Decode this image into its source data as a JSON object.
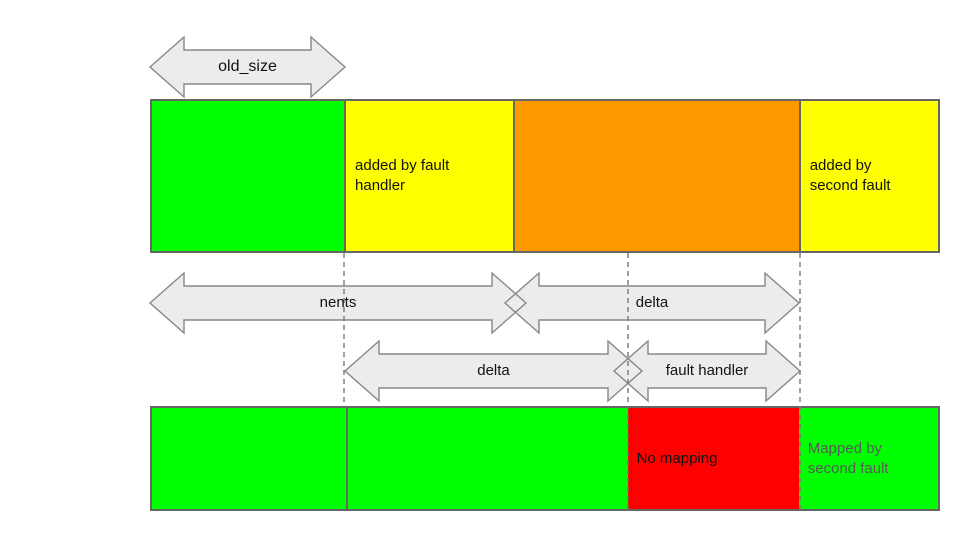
{
  "colors": {
    "green": "#00ff00",
    "yellow": "#ffff00",
    "orange": "#ff9900",
    "red": "#ff0000",
    "arrow_fill": "#ececec",
    "arrow_stroke": "#878787",
    "dashed_line": "#777777",
    "bar_border": "#666666",
    "gray_text": "#595959"
  },
  "top_arrow": {
    "label": "old_size"
  },
  "top_bar": {
    "segments": [
      {
        "name": "original-mapping",
        "color": "#00ff00",
        "label": ""
      },
      {
        "name": "added-by-fault-handler",
        "color": "#ffff00",
        "label": "added by fault handler"
      },
      {
        "name": "middle-region",
        "color": "#ff9900",
        "label": ""
      },
      {
        "name": "added-by-second-fault",
        "color": "#ffff00",
        "label": "added by second fault"
      }
    ]
  },
  "measure_arrows": {
    "nents": {
      "label": "nents"
    },
    "delta_upper": {
      "label": "delta"
    },
    "delta_lower": {
      "label": "delta"
    },
    "fault_handler": {
      "label": "fault handler"
    }
  },
  "bottom_bar": {
    "segments": [
      {
        "name": "mapped-left",
        "color": "#00ff00",
        "label": ""
      },
      {
        "name": "mapped-mid",
        "color": "#00ff00",
        "label": ""
      },
      {
        "name": "no-mapping",
        "color": "#ff0000",
        "label": "No mapping"
      },
      {
        "name": "mapped-by-second-fault",
        "color": "#00ff00",
        "label": "Mapped by second fault"
      }
    ]
  }
}
